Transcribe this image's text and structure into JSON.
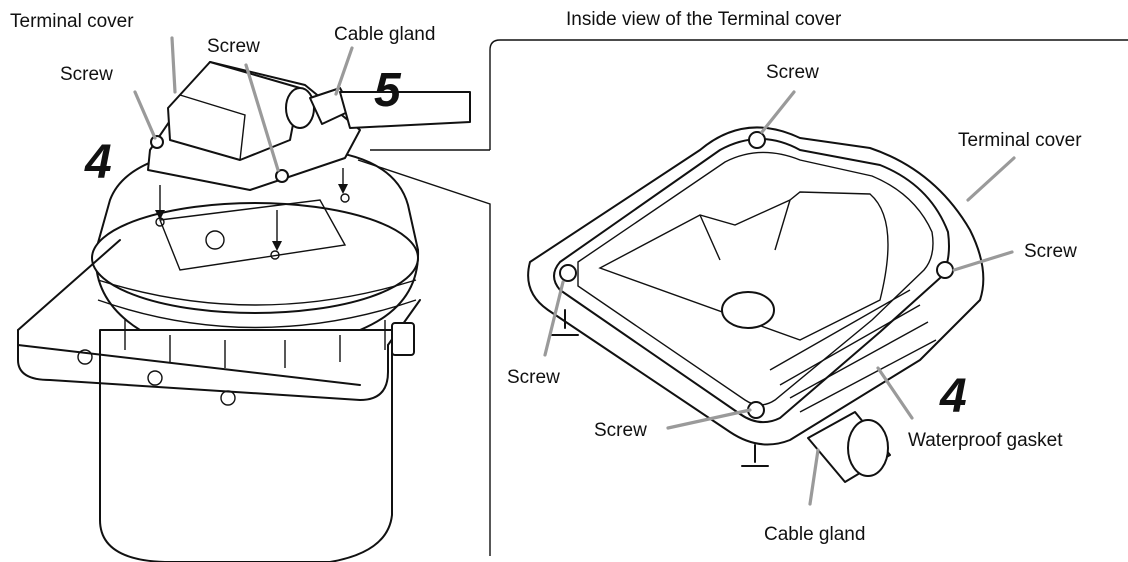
{
  "left_view": {
    "label_terminal_cover": "Terminal cover",
    "label_screw_top": "Screw",
    "label_cable_gland": "Cable gland",
    "label_screw_left": "Screw",
    "step_mount": "4",
    "step_gland": "5"
  },
  "right_view": {
    "title": "Inside view of the Terminal cover",
    "label_screw_top": "Screw",
    "label_terminal_cover": "Terminal cover",
    "label_screw_right": "Screw",
    "label_screw_left": "Screw",
    "label_screw_bottom": "Screw",
    "label_waterproof_gasket": "Waterproof gasket",
    "label_cable_gland": "Cable gland",
    "step_gasket": "4"
  },
  "colors": {
    "line": "#111111",
    "leader": "#9a9a9a",
    "background": "#ffffff"
  }
}
